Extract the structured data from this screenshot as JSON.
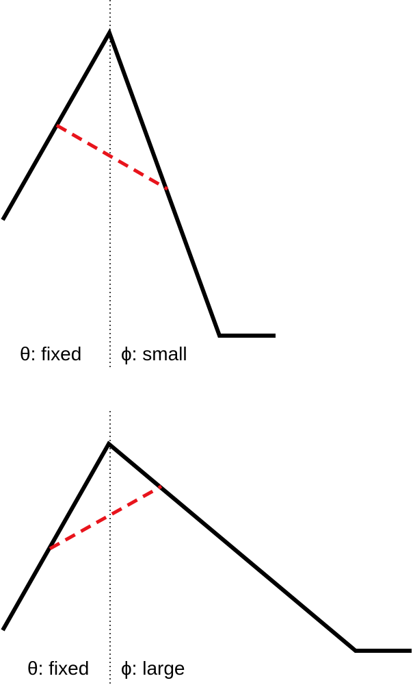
{
  "panels": [
    {
      "theta_label": "θ: fixed",
      "phi_label": "ϕ: small"
    },
    {
      "theta_label": "θ: fixed",
      "phi_label": "ϕ: large"
    }
  ],
  "colors": {
    "outline": "#000000",
    "chord": "#e8141c",
    "axis": "#000000"
  }
}
